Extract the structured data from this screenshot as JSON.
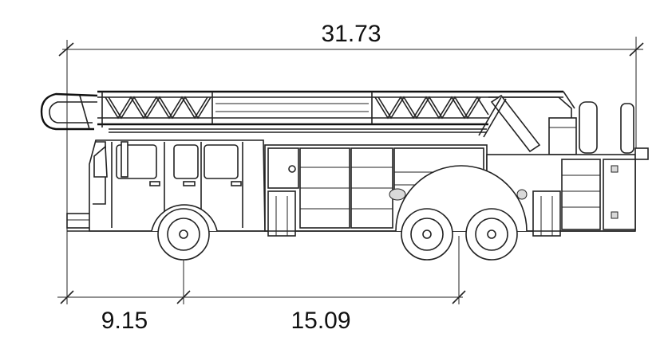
{
  "dimensions": {
    "overall_length": "31.73",
    "front_overhang": "9.15",
    "wheelbase": "15.09"
  }
}
